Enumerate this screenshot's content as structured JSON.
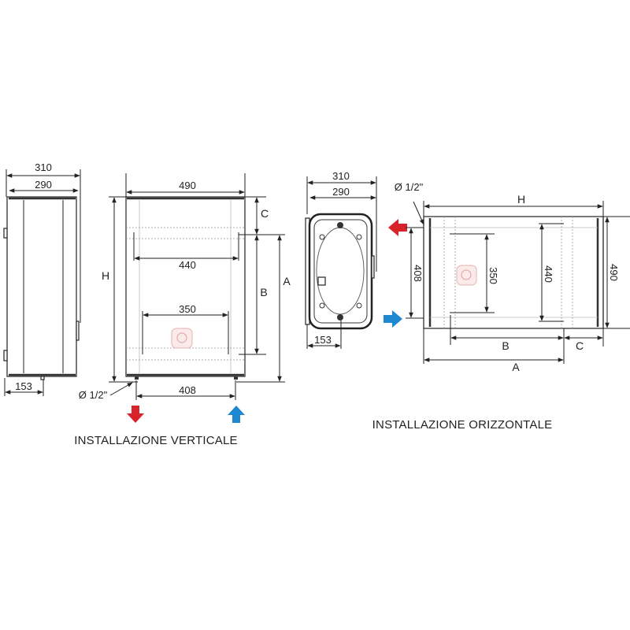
{
  "colors": {
    "hot": "#d9232a",
    "cold": "#1e88d0",
    "line": "#222222"
  },
  "vertical": {
    "caption": "INSTALLAZIONE VERTICALE",
    "side_view": {
      "depth_total": "310",
      "depth_body": "290",
      "outlet_offset": "153"
    },
    "front_view": {
      "width": "490",
      "height_label": "H",
      "c_label": "C",
      "b_label": "B",
      "a_label": "A",
      "bracket_upper": "440",
      "bracket_lower": "350",
      "pipe_spacing": "408",
      "pipe_diameter": "Ø 1/2\""
    }
  },
  "horizontal": {
    "caption": "INSTALLAZIONE ORIZZONTALE",
    "end_view": {
      "depth_total": "310",
      "depth_body": "290",
      "outlet_offset": "153"
    },
    "side_view": {
      "height_label": "H",
      "width": "490",
      "pipe_spacing": "408",
      "bracket_lower": "350",
      "bracket_upper": "440",
      "b_label": "B",
      "c_label": "C",
      "a_label": "A",
      "pipe_diameter": "Ø 1/2\""
    }
  }
}
